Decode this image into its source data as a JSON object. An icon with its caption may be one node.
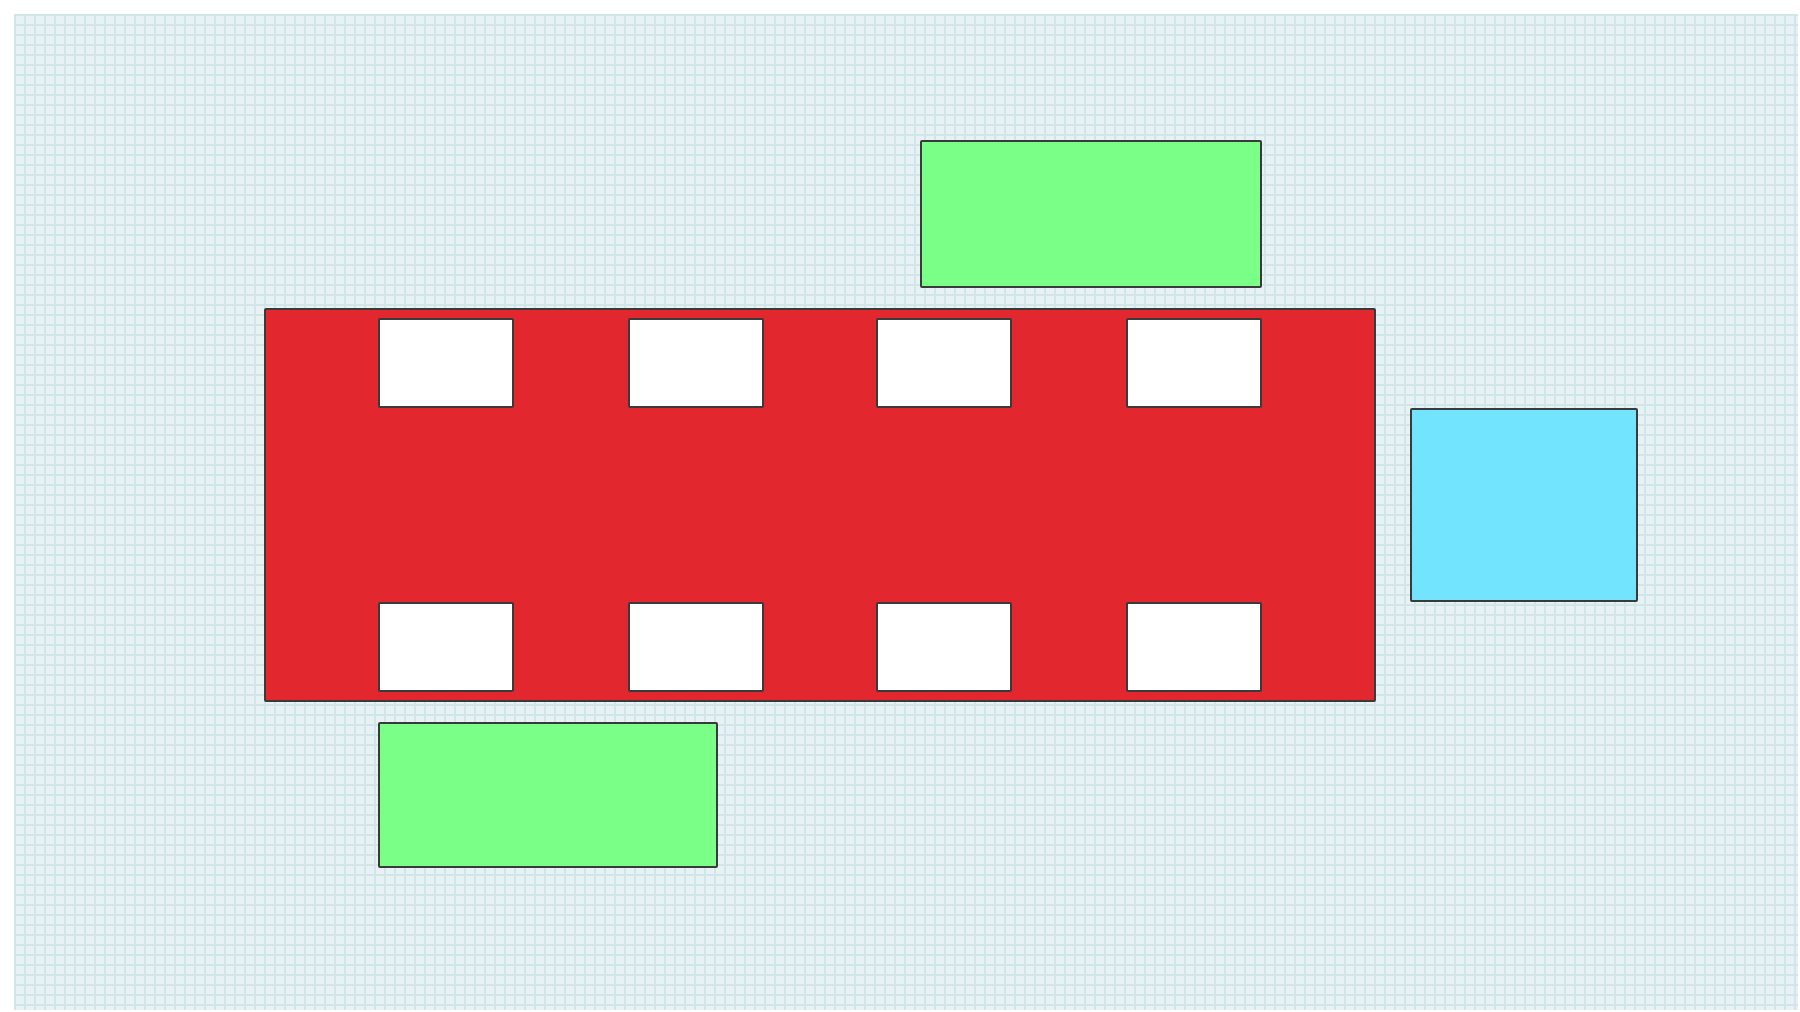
{
  "diagram": {
    "nodes": [
      {
        "text": [],
        "shape": "box"
      },
      {
        "text": [],
        "shape": "box"
      },
      {
        "text": [],
        "shape": "box",
        "in": 1
      },
      {
        "text": [],
        "shape": "box",
        "in": 1
      },
      {
        "text": [],
        "shape": "box",
        "in": 1
      },
      {
        "text": [],
        "shape": "box",
        "in": 1
      },
      {
        "text": [],
        "shape": "box",
        "in": 1
      },
      {
        "text": [],
        "shape": "box",
        "in": 1
      },
      {
        "text": [],
        "shape": "box",
        "in": 1
      },
      {
        "text": [],
        "shape": "box",
        "in": 1
      },
      {
        "text": [],
        "shape": "box"
      },
      {
        "text": [],
        "shape": "box"
      }
    ]
  }
}
